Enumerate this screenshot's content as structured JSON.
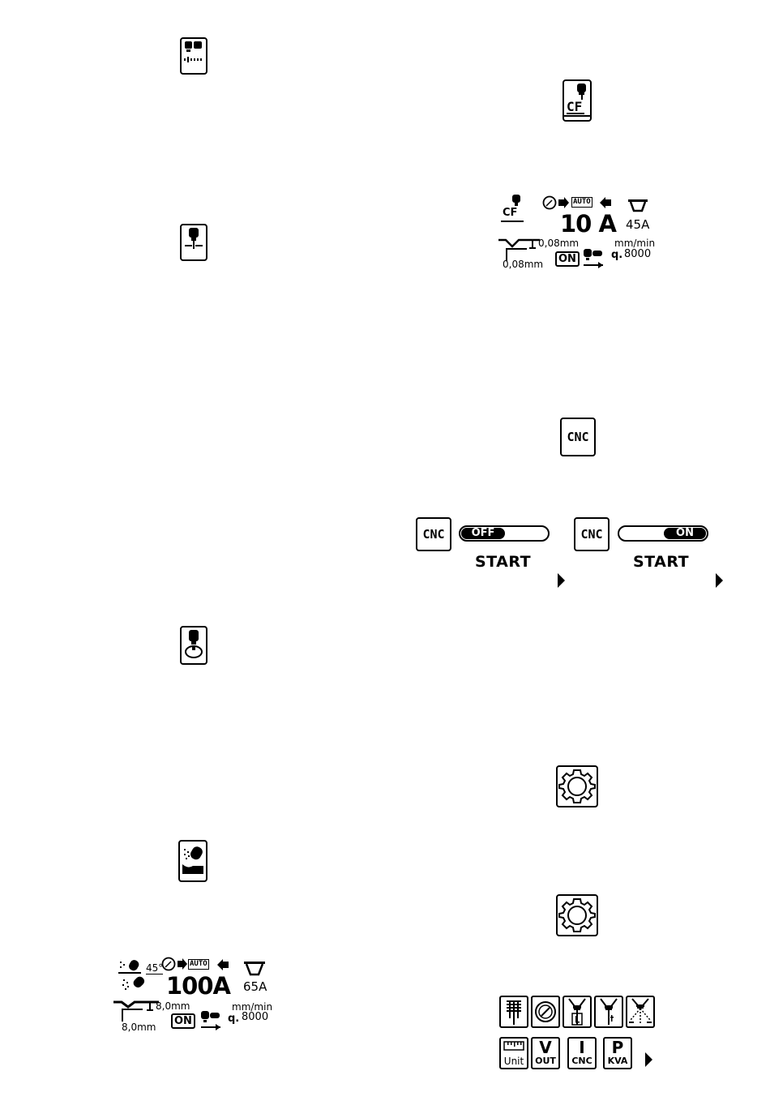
{
  "display_top": {
    "cf_label": "CF",
    "auto_label": "AUTO",
    "current": "10 A",
    "max_current": "45A",
    "thickness_top": "0,08mm",
    "thickness_bottom": "0,08mm",
    "speed_unit": "mm/min",
    "on_label": "ON",
    "q_label": "q.",
    "speed_value": "8000"
  },
  "cnc": {
    "icon_label": "CNC",
    "off_state": {
      "cnc_label": "CNC",
      "toggle_label": "OFF",
      "start_label": "START"
    },
    "on_state": {
      "cnc_label": "CNC",
      "toggle_label": "ON",
      "start_label": "START"
    }
  },
  "display_bottom": {
    "angle": "45°",
    "auto_label": "AUTO",
    "current": "100A",
    "max_current": "65A",
    "thickness_top": "8,0mm",
    "thickness_bottom": "8,0mm",
    "speed_unit": "mm/min",
    "on_label": "ON",
    "q_label": "q.",
    "speed_value": "8000"
  },
  "menu_tiles": {
    "row2": [
      {
        "top": "",
        "bottom": "Unit"
      },
      {
        "top": "V",
        "bottom": "OUT"
      },
      {
        "top": "I",
        "bottom": "CNC"
      },
      {
        "top": "P",
        "bottom": "KVA"
      }
    ]
  }
}
